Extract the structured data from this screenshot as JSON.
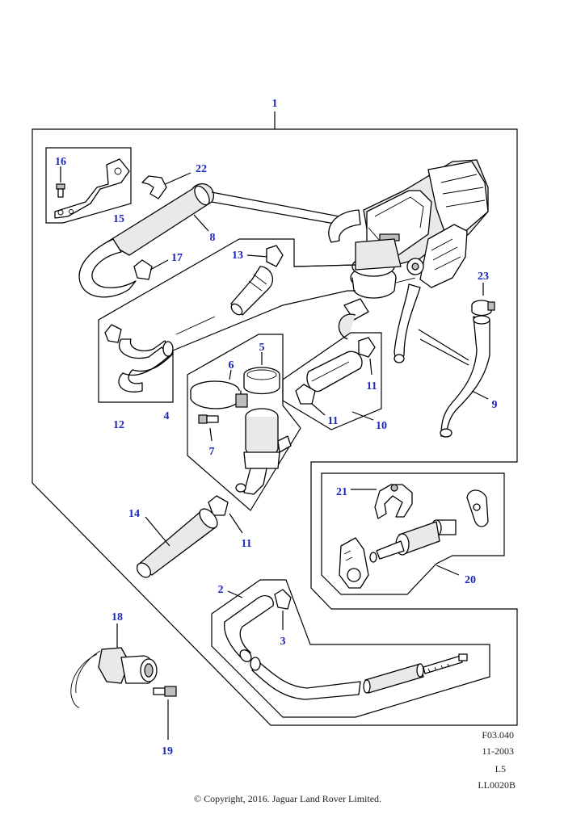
{
  "callouts": {
    "c1": "1",
    "c2": "2",
    "c3": "3",
    "c4": "4",
    "c5": "5",
    "c6": "6",
    "c7": "7",
    "c8": "8",
    "c9": "9",
    "c10": "10",
    "c11a": "11",
    "c11b": "11",
    "c11c": "11",
    "c12": "12",
    "c13": "13",
    "c14": "14",
    "c15": "15",
    "c16": "16",
    "c17": "17",
    "c18": "18",
    "c19": "19",
    "c20": "20",
    "c21": "21",
    "c22": "22",
    "c23": "23"
  },
  "footer": {
    "ref": "F03.040",
    "date": "11-2003",
    "level": "L5",
    "code": "LL0020B",
    "copyright": "© Copyright, 2016. Jaguar Land Rover Limited."
  },
  "colors": {
    "callout": "#1a28b8",
    "line": "#000000",
    "shade": "#e9e9e9"
  }
}
